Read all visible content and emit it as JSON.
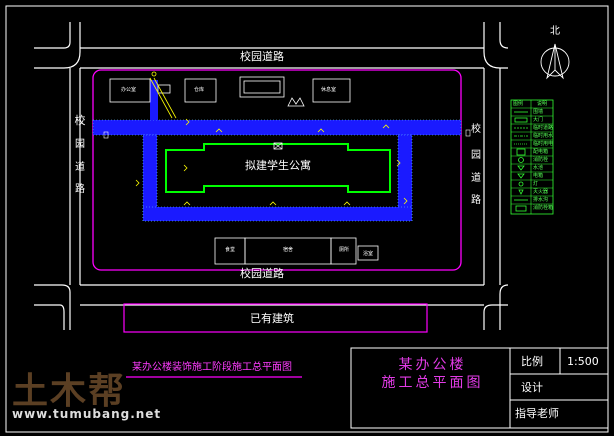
{
  "roads": {
    "top": "校园道路",
    "bottom": "校园道路",
    "left_chars": [
      "校",
      "园",
      "道",
      "路"
    ],
    "right_chars": [
      "校",
      "园",
      "道",
      "路"
    ]
  },
  "buildings": {
    "main": "拟建学生公寓",
    "existing": "已有建筑",
    "top_row": [
      "办公室",
      "仓库",
      "休息室"
    ],
    "bottom_row": [
      "食堂",
      "宿舍",
      "厕所",
      "浴室"
    ]
  },
  "north_label": "北",
  "legend": {
    "header": [
      "图例",
      "说明"
    ],
    "items": [
      "围墙",
      "大门",
      "临时道路",
      "临时用水",
      "临时用电",
      "配电箱",
      "消防栓",
      "水池",
      "电箱",
      "灯",
      "灭火器",
      "排水沟",
      "消防栓箱"
    ]
  },
  "stage_caption": "某办公楼装饰施工阶段施工总平面图",
  "title_block": {
    "title_line1": "某办公楼",
    "title_line2": "施工总平面图",
    "scale_label": "比例",
    "scale_value": "1:500",
    "design_label": "设计",
    "teacher_label": "指导老师"
  },
  "watermark": {
    "logo": "土木帮",
    "url": "www.tumubang.net"
  },
  "colors": {
    "road": "#ffffff",
    "boundary": "#ff00ff",
    "temp_road": "#1a1aff",
    "building_outline": "#00ff00",
    "legend": "#33ff33",
    "title_block": "#ffffff",
    "title_text": "#e23be6"
  }
}
